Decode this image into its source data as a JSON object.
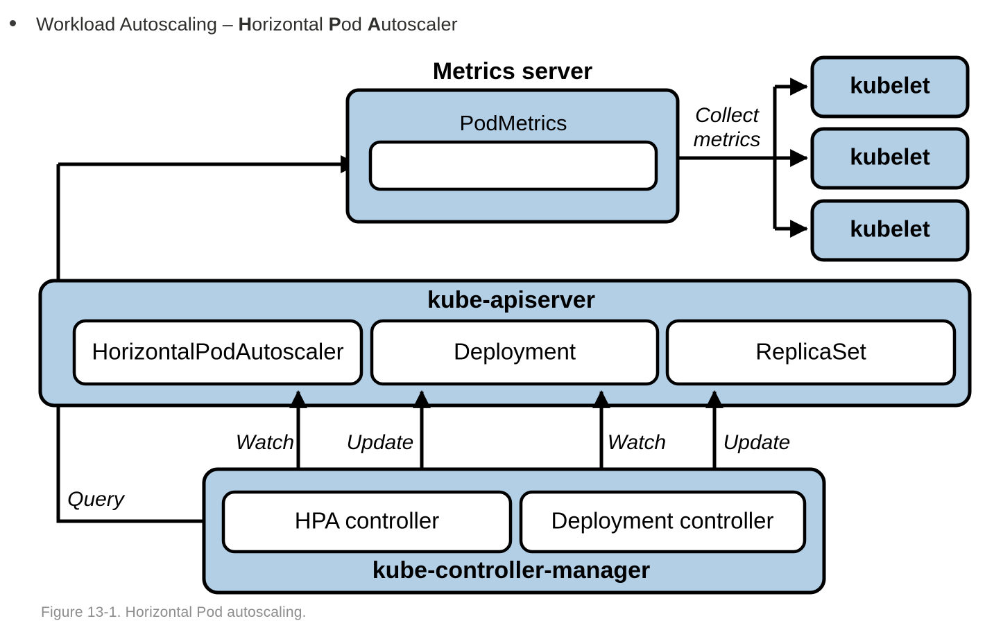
{
  "heading": {
    "prefix": "Workload Autoscaling – ",
    "bold_h": "H",
    "rest_h": "orizontal ",
    "bold_p": "P",
    "rest_p": "od ",
    "bold_a": "A",
    "rest_a": "utoscaler",
    "full_text": "Workload Autoscaling – Horizontal Pod Autoscaler"
  },
  "colors": {
    "box_blue": "#b3cfe6",
    "box_white": "#ffffff",
    "stroke": "#000000",
    "heading_text": "#2f2f2d",
    "caption_text": "#8d8d8d"
  },
  "diagram": {
    "metrics_server": {
      "title": "Metrics server",
      "inner": "PodMetrics"
    },
    "kubelets": [
      {
        "label": "kubelet"
      },
      {
        "label": "kubelet"
      },
      {
        "label": "kubelet"
      }
    ],
    "apiserver": {
      "title": "kube-apiserver",
      "resources": [
        {
          "label": "HorizontalPodAutoscaler"
        },
        {
          "label": "Deployment"
        },
        {
          "label": "ReplicaSet"
        }
      ]
    },
    "controller_manager": {
      "title": "kube-controller-manager",
      "controllers": [
        {
          "label": "HPA controller"
        },
        {
          "label": "Deployment controller"
        }
      ]
    },
    "edge_labels": {
      "collect_metrics_line1": "Collect",
      "collect_metrics_line2": "metrics",
      "query": "Query",
      "watch_hpa": "Watch",
      "update_hpa": "Update",
      "watch_deploy": "Watch",
      "update_deploy": "Update"
    }
  },
  "caption": {
    "text": "Figure 13-1. Horizontal Pod autoscaling."
  }
}
